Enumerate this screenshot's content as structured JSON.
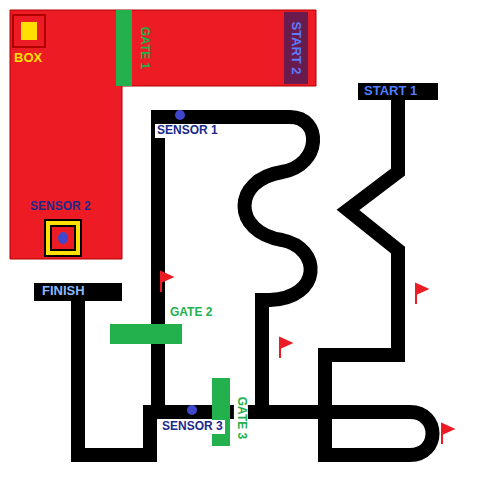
{
  "diagram": {
    "nodes": [
      {
        "text": [
          "BOX"
        ]
      },
      {
        "text": [
          "GATE 1"
        ]
      },
      {
        "text": [
          "START 2"
        ]
      },
      {
        "text": [
          "START 1"
        ]
      },
      {
        "text": [
          "SENSOR 2"
        ]
      },
      {
        "text": [
          "FINISH"
        ]
      },
      {
        "text": [
          "GATE 2"
        ]
      },
      {
        "text": [
          "GATE 3"
        ]
      }
    ],
    "labels": [
      "SENSOR 1",
      "SENSOR 3"
    ]
  }
}
